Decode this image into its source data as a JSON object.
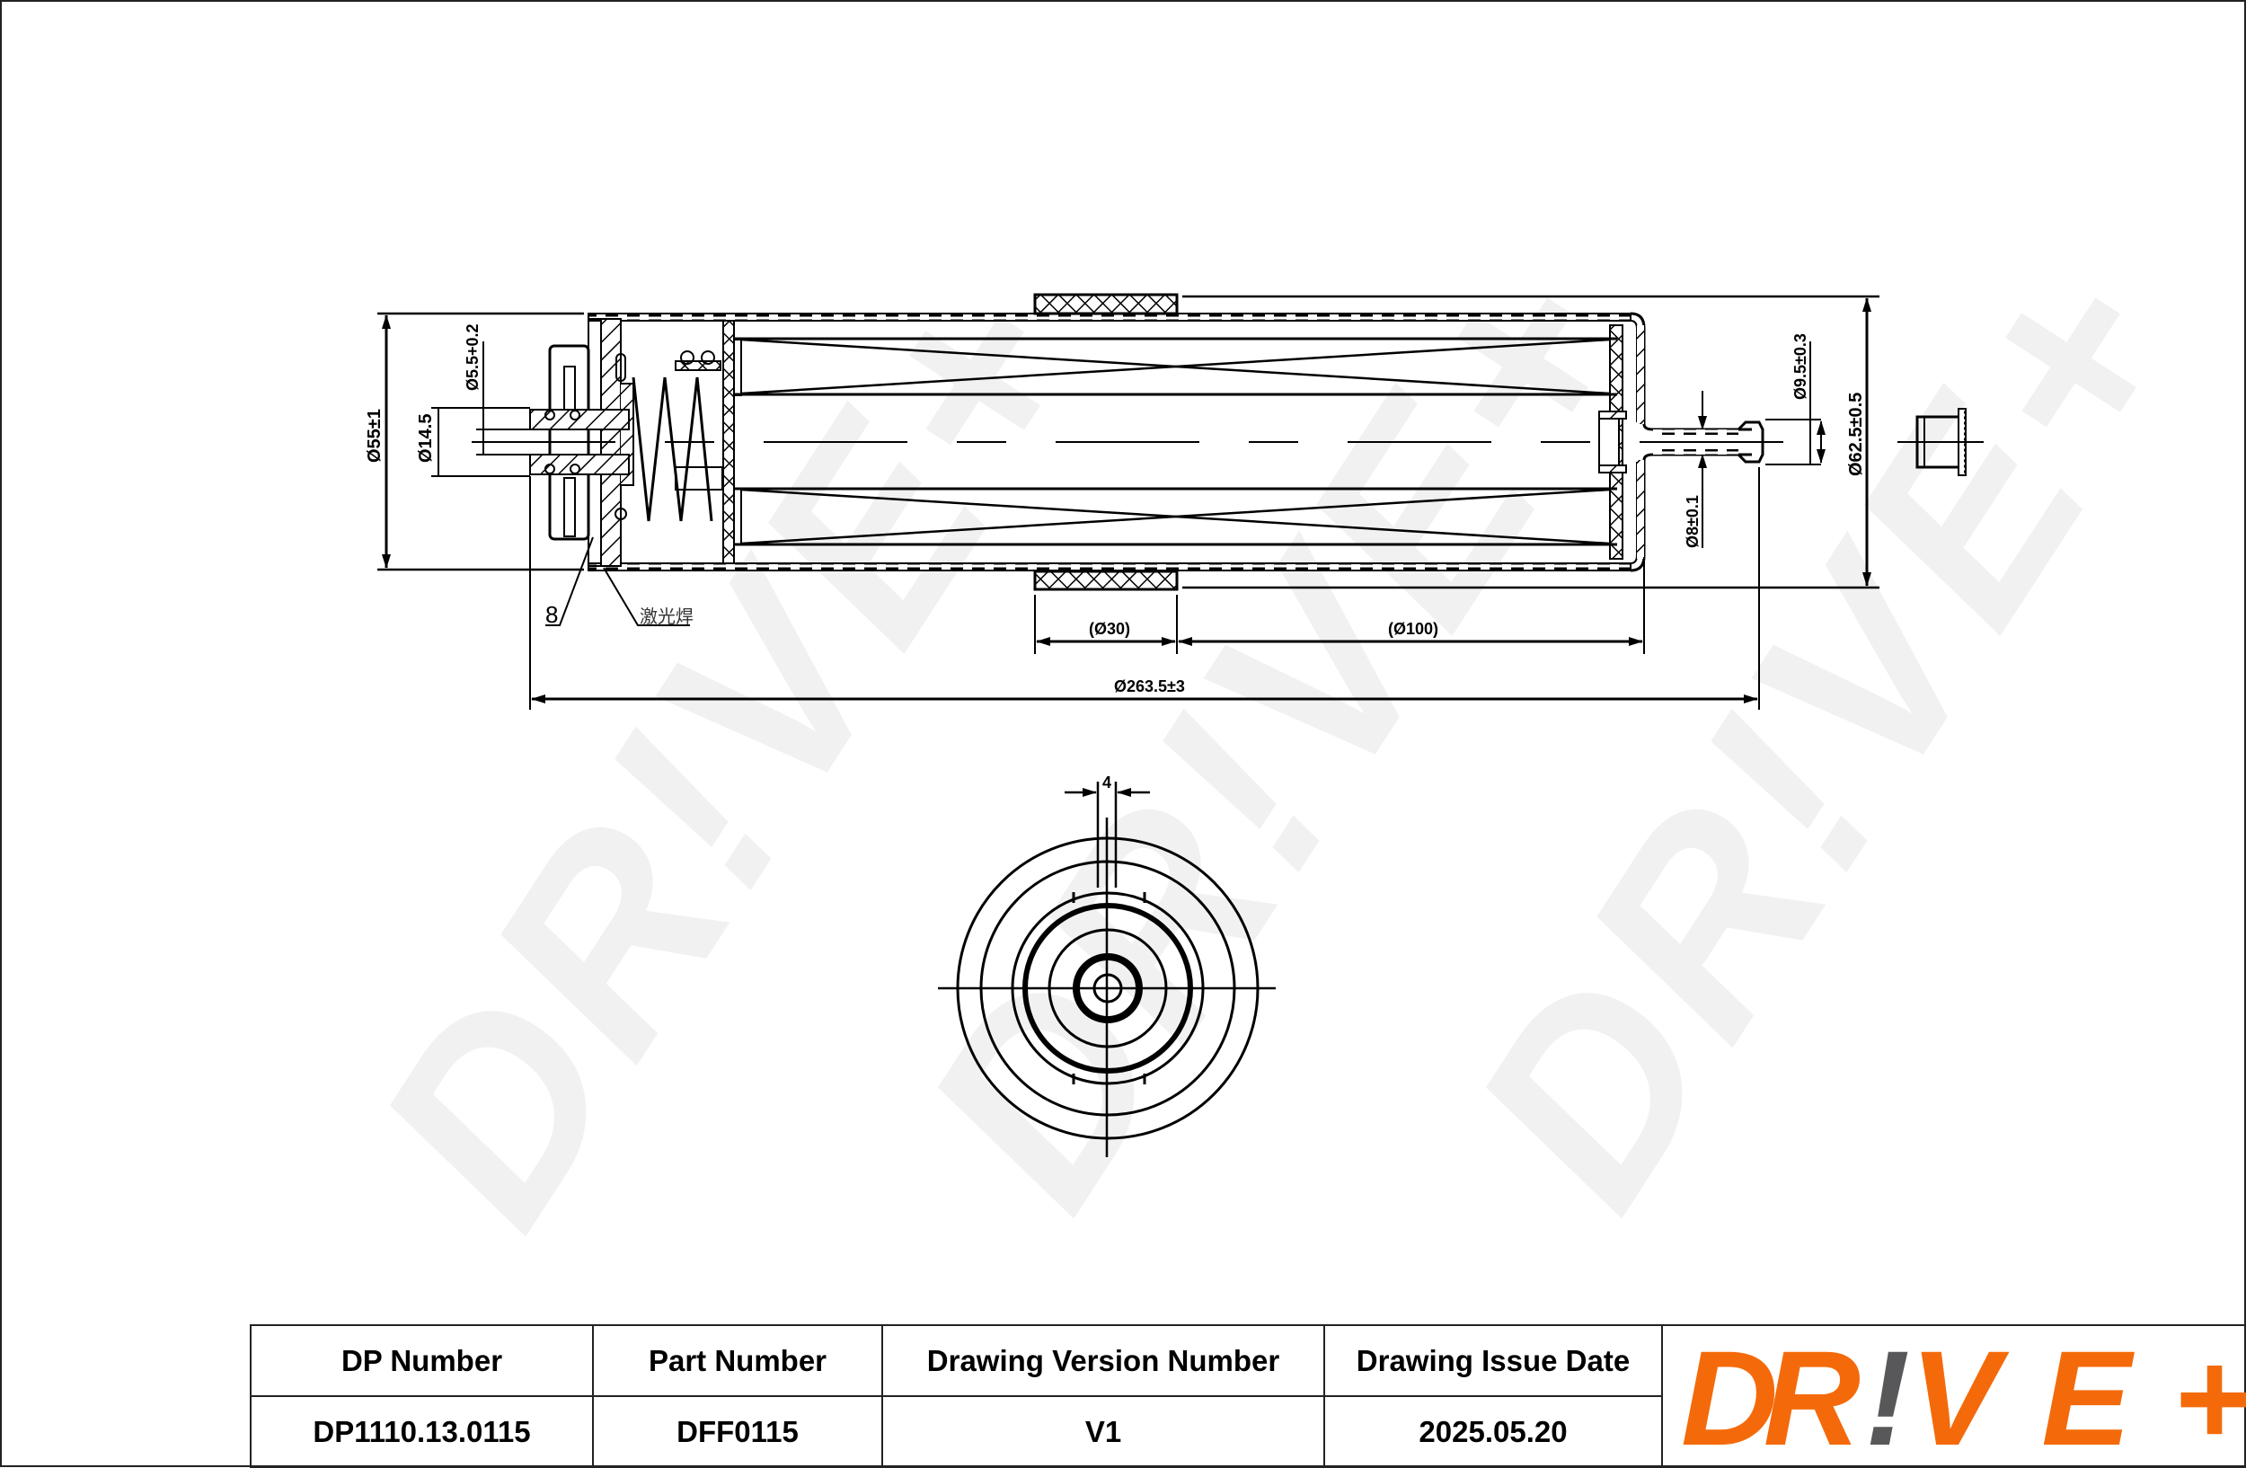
{
  "watermark": {
    "text": "DR!VE+",
    "color": "#f1f1f1"
  },
  "drawing": {
    "side_view": {
      "dimensions": {
        "overall_diameter_left": "Ø55±1",
        "inlet_bore": "Ø5.5+0.2",
        "inlet_outer": "Ø14.5",
        "outlet_outer": "Ø9.5±0.3",
        "outlet_inner": "Ø8±0.1",
        "housing_diameter": "Ø62.5±0.5",
        "sleeve_width": "(Ø30)",
        "sleeve_to_end": "(Ø100)",
        "overall_length": "Ø263.5±3"
      },
      "callouts": {
        "part_number": "8",
        "weld_note": "激光焊"
      }
    },
    "end_view": {
      "slot_width": "4"
    }
  },
  "title_block": {
    "headers": [
      "DP Number",
      "Part Number",
      "Drawing Version Number",
      "Drawing Issue Date"
    ],
    "values": [
      "DP1110.13.0115",
      "DFF0115",
      "V1",
      "2025.05.20"
    ],
    "logo": {
      "text_left": "DR",
      "text_bang": "!",
      "text_right": "VE+",
      "orange": "#f46a0a",
      "gray": "#58585a"
    }
  }
}
